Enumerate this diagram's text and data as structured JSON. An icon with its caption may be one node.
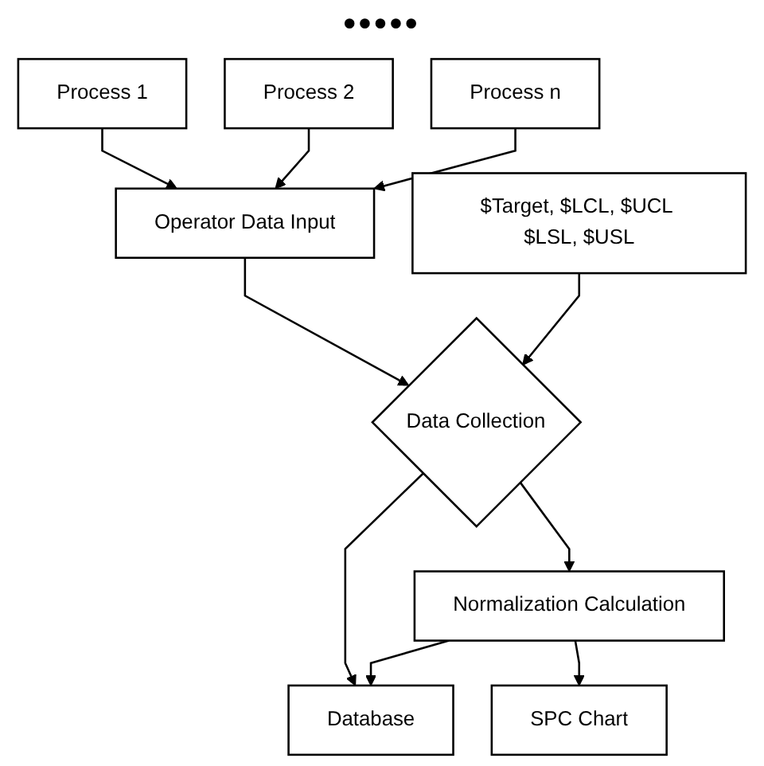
{
  "diagram": {
    "nodes": [
      {
        "text": [
          "Process 1"
        ]
      },
      {
        "text": [
          "Process 2"
        ]
      },
      {
        "text": [
          "Process n"
        ]
      },
      {
        "text": [
          "Operator Data Input"
        ]
      },
      {
        "text": [
          "$Target, $LCL, $UCL $LSL, $USL"
        ]
      },
      {
        "text": [
          "Data Collection"
        ]
      },
      {
        "text": [
          "Normalization Calculation"
        ]
      },
      {
        "text": [
          "Database"
        ]
      },
      {
        "text": [
          "SPC Chart"
        ]
      }
    ],
    "edges": [
      {
        "from": 0,
        "to": 3,
        "arrow": "to"
      },
      {
        "from": 1,
        "to": 3,
        "arrow": "to"
      },
      {
        "from": 2,
        "to": 3,
        "arrow": "to"
      },
      {
        "from": 3,
        "to": 5,
        "arrow": "to"
      },
      {
        "from": 4,
        "to": 5,
        "arrow": "to"
      },
      {
        "from": 5,
        "to": 6,
        "arrow": "to"
      },
      {
        "from": 5,
        "to": 7,
        "arrow": "to"
      },
      {
        "from": 6,
        "to": 7,
        "arrow": "to"
      },
      {
        "from": 6,
        "to": 8,
        "arrow": "to"
      }
    ],
    "labels": [
      "•••••"
    ]
  }
}
